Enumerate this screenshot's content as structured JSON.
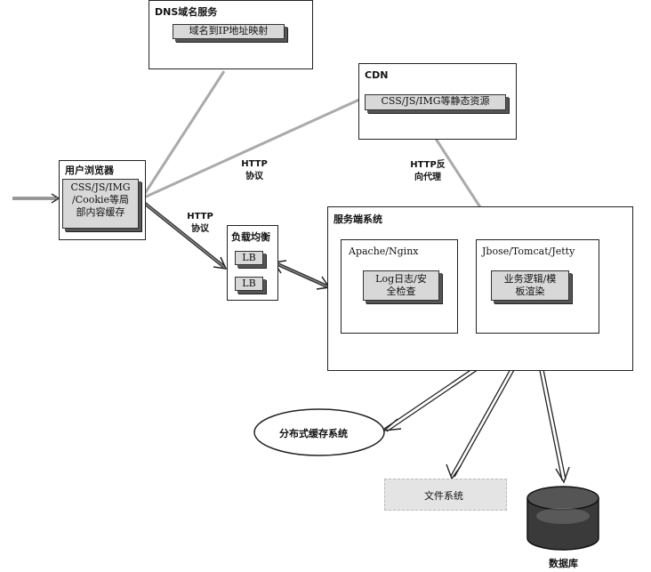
{
  "nodes": {
    "dns": {
      "title": "DNS域名服务",
      "inner": "域名到IP地址映射"
    },
    "cdn": {
      "title": "CDN",
      "inner": "CSS/JS/IMG等静态资源"
    },
    "browser": {
      "title": "用户浏览器",
      "inner_lines": [
        "CSS/JS/IMG",
        "/Cookie等局",
        "部内容缓存"
      ]
    },
    "lb": {
      "title": "负载均衡",
      "items": [
        "LB",
        "LB"
      ]
    },
    "server": {
      "title": "服务端系统",
      "apache": {
        "title": "Apache/Nginx",
        "inner_lines": [
          "Log日志/安",
          "全检查"
        ]
      },
      "jboss": {
        "title": "Jbose/Tomcat/Jetty",
        "inner_lines": [
          "业务逻辑/模",
          "板渲染"
        ]
      }
    },
    "cache": {
      "label": "分布式缓存系统"
    },
    "fs": {
      "label": "文件系统"
    },
    "db": {
      "label": "数据库"
    }
  },
  "edges": {
    "browser_cdn": [
      "HTTP",
      "协议"
    ],
    "browser_lb": [
      "HTTP",
      "协议"
    ],
    "cdn_server": [
      "HTTP反",
      "向代理"
    ]
  }
}
